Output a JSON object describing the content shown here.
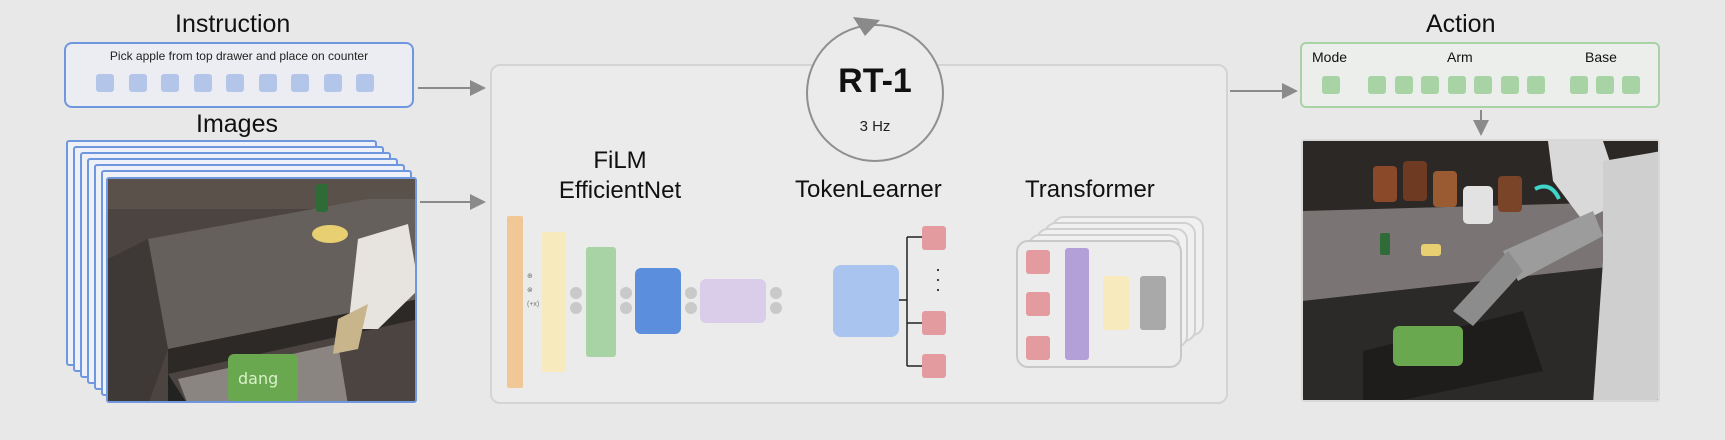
{
  "instruction": {
    "heading": "Instruction",
    "text": "Pick apple from top drawer and place on counter",
    "token_count": 9,
    "token_color": "#b3c6ea",
    "border_color": "#6f97df"
  },
  "images": {
    "heading": "Images",
    "frame_color": "#6f97df"
  },
  "model": {
    "name": "RT-1",
    "rate": "3 Hz",
    "loop_icon": "refresh-arrow-icon",
    "blocks": {
      "film_line1": "FiLM",
      "film_line2": "EfficientNet",
      "token_learner": "TokenLearner",
      "transformer": "Transformer"
    },
    "colors": {
      "orange": "#f1c795",
      "yellow": "#f7eabd",
      "green": "#a8d3a4",
      "blue": "#5b8fdd",
      "lavender": "#d9cde9",
      "light_blue": "#a9c4ef",
      "red": "#e39ba0",
      "purple": "#b3a0d9",
      "gray": "#a9a9a9"
    }
  },
  "action": {
    "heading": "Action",
    "labels": {
      "mode": "Mode",
      "arm": "Arm",
      "base": "Base"
    },
    "mode_tokens": 1,
    "arm_tokens": 7,
    "base_tokens": 3,
    "token_color": "#a8d3a4",
    "border_color": "#a8d3a4"
  }
}
